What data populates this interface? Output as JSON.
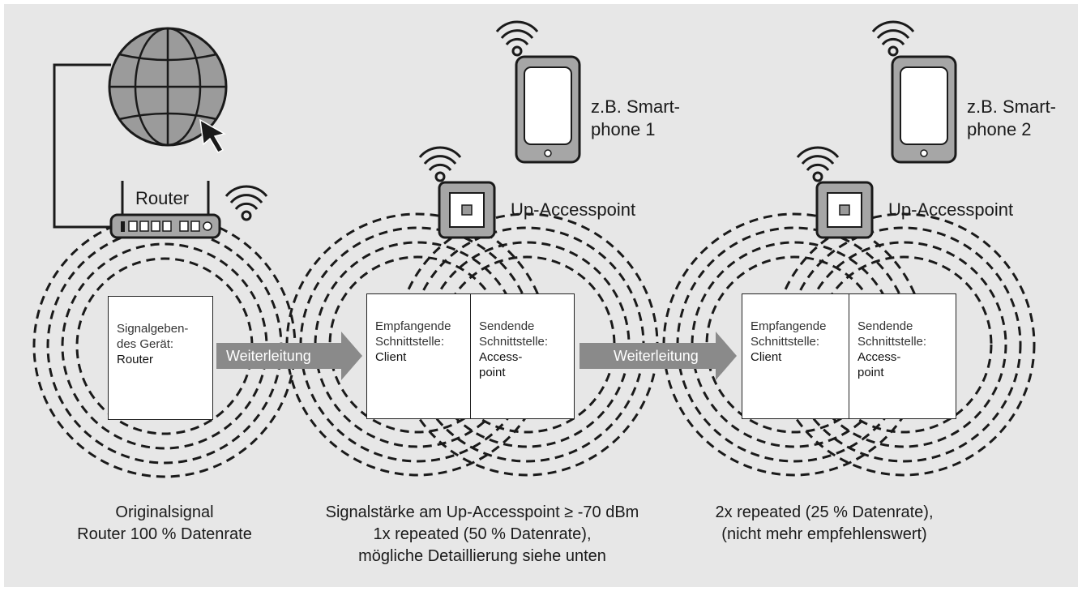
{
  "router": {
    "label": "Router"
  },
  "devices": {
    "phone1_label": "z.B. Smart-\nphone 1",
    "phone2_label": "z.B. Smart-\nphone 2",
    "ap1_label": "Up-Accesspoint",
    "ap2_label": "Up-Accesspoint"
  },
  "boxes": {
    "source": {
      "key": "Signalgeben-\ndes Gerät:",
      "value": "Router"
    },
    "rx1": {
      "key": "Empfangende\nSchnittstelle:",
      "value": "Client"
    },
    "tx1": {
      "key": "Sendende\nSchnittstelle:",
      "value": "Access-\npoint"
    },
    "rx2": {
      "key": "Empfangende\nSchnittstelle:",
      "value": "Client"
    },
    "tx2": {
      "key": "Sendende\nSchnittstelle:",
      "value": "Access-\npoint"
    }
  },
  "arrows": {
    "first": "Weiterleitung",
    "second": "Weiterleitung"
  },
  "captions": {
    "left": "Originalsignal\nRouter 100 % Datenrate",
    "middle": "Signalstärke am Up-Accesspoint ≥ -70 dBm\n1x repeated (50 % Datenrate),\nmögliche Detaillierung siehe unten",
    "right": "2x repeated (25 % Datenrate),\n(nicht mehr empfehlenswert)"
  },
  "colors": {
    "background": "#e7e7e7",
    "arrow": "#8a8a8a",
    "globe": "#999999",
    "device": "#9a9a9a"
  }
}
